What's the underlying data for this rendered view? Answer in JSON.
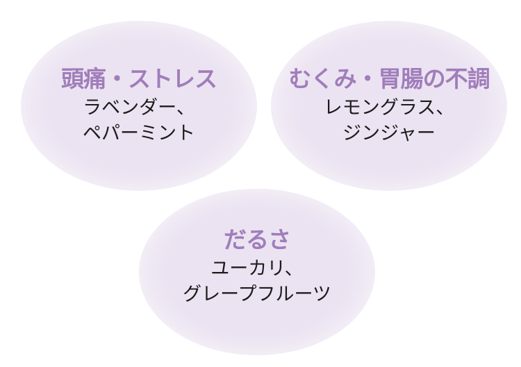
{
  "cards": [
    {
      "title": "頭痛・ストレス",
      "lines": [
        "ラベンダー、",
        "ペパーミント"
      ]
    },
    {
      "title": "むくみ・胃腸の不調",
      "lines": [
        "レモングラス、",
        "ジンジャー"
      ]
    },
    {
      "title": "だるさ",
      "lines": [
        "ユーカリ、",
        "グレープフルーツ"
      ]
    }
  ],
  "colors": {
    "title": "#a07dbb",
    "text": "#1c1c1c",
    "bubble": "#ebe3f1"
  }
}
